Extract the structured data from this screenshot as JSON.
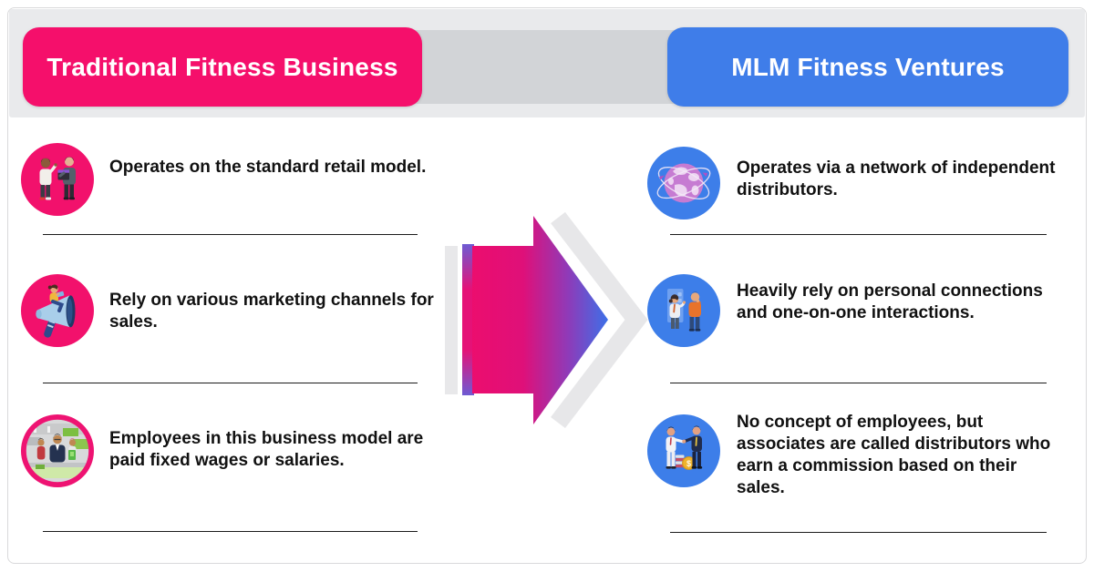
{
  "header": {
    "left_title": "Traditional Fitness Business",
    "right_title": "MLM Fitness Ventures"
  },
  "left_column": {
    "accent_color": "#f50f6b",
    "items": [
      {
        "icon": "retail-customers-icon",
        "text": "Operates on the standard retail model."
      },
      {
        "icon": "marketing-megaphone-icon",
        "text": "Rely on various marketing channels for sales."
      },
      {
        "icon": "store-employees-icon",
        "text": "Employees in this business model are paid fixed wages or salaries."
      }
    ]
  },
  "right_column": {
    "accent_color": "#3f7de9",
    "items": [
      {
        "icon": "global-network-icon",
        "text": "Operates via a network of independent distributors."
      },
      {
        "icon": "personal-connection-icon",
        "text": "Heavily rely on personal connections and one-on-one interactions."
      },
      {
        "icon": "commission-handshake-icon",
        "text": "No concept of employees, but associates are called distributors who earn a commission based on their sales."
      }
    ]
  },
  "colors": {
    "header_band": "#e9eaec",
    "connector_band": "#d2d4d7",
    "arrow_gradient_start": "#ed0d6d",
    "arrow_gradient_end": "#3c70e8",
    "arrow_tail_gray": "#e8e8ea",
    "divider_line": "#1b1b1b"
  }
}
